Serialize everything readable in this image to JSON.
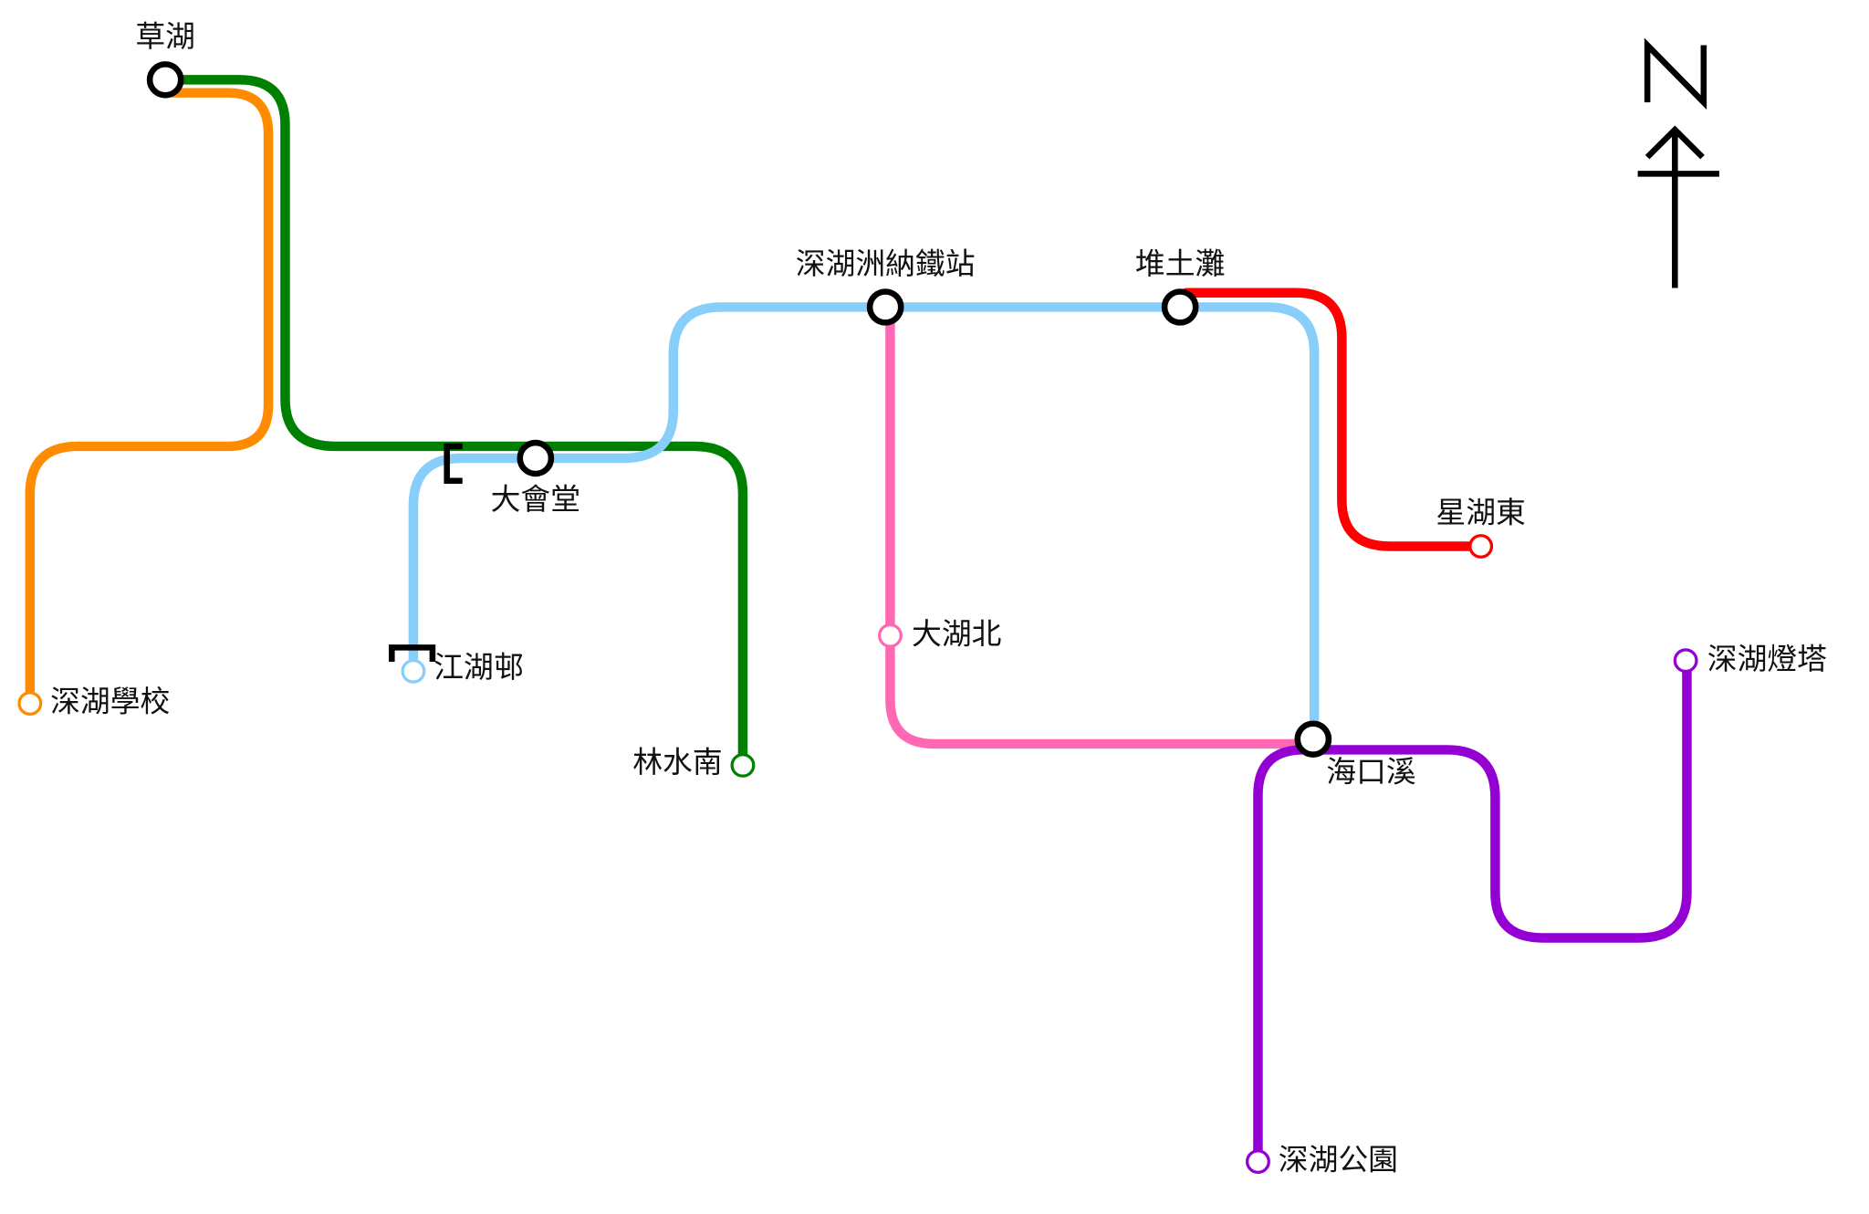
{
  "lines": [
    {
      "id": "orange",
      "color": "#ff8c00"
    },
    {
      "id": "green",
      "color": "#008000"
    },
    {
      "id": "lightblue",
      "color": "#87cefa"
    },
    {
      "id": "pink",
      "color": "#ff69b4"
    },
    {
      "id": "red",
      "color": "#ff0000"
    },
    {
      "id": "purple",
      "color": "#9400d3"
    }
  ],
  "stations": {
    "caohu": "草湖",
    "dahuitang": "大會堂",
    "shenhuzhou": "深湖洲納鐵站",
    "duitutan": "堆土灘",
    "haikouxi": "海口溪",
    "shenhu_school": "深湖學校",
    "jianghu_estate": "江湖邨",
    "linshuinan": "林水南",
    "dahubei": "大湖北",
    "xinghudong": "星湖東",
    "shenhu_lighthouse": "深湖燈塔",
    "shenhu_park": "深湖公園"
  },
  "compass": {
    "label": "N"
  }
}
